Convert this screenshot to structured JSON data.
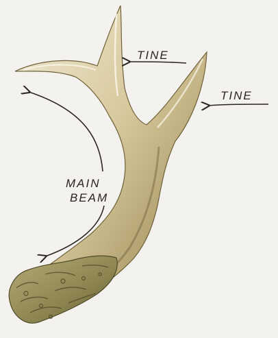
{
  "labels": {
    "tine_top": "TINE",
    "tine_right": "TINE",
    "main_beam_line1": "MAIN",
    "main_beam_line2": "BEAM"
  },
  "colors": {
    "background": "#f3f2ee",
    "antler_light": "#e6dcc2",
    "antler_mid": "#c8b98f",
    "antler_dark": "#8b7a4c",
    "burr": "#6f6a3a",
    "ink": "#2a2622"
  }
}
